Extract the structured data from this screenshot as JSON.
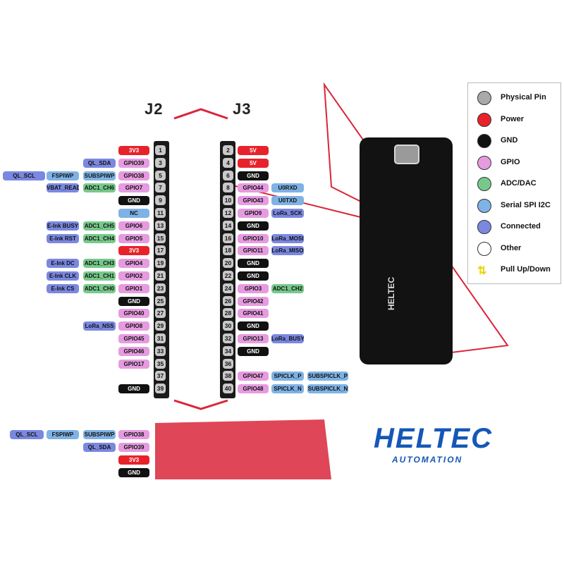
{
  "headers": {
    "j2": "J2",
    "j3": "J3"
  },
  "colors": {
    "physical": "#c9c9c9",
    "power": "#e8222b",
    "gnd": "#111111",
    "gpio": "#e69be0",
    "adc": "#77c98b",
    "serial": "#7fb2e5",
    "connected": "#7b88e0",
    "other": "#ffffff",
    "pull": "#e8d400",
    "accent": "#d9263a"
  },
  "legend": [
    {
      "label": "Physical Pin",
      "color": "#a9a9a9"
    },
    {
      "label": "Power",
      "color": "#e8222b"
    },
    {
      "label": "GND",
      "color": "#111111"
    },
    {
      "label": "GPIO",
      "color": "#e69be0"
    },
    {
      "label": "ADC/DAC",
      "color": "#77c98b"
    },
    {
      "label": "Serial SPI I2C",
      "color": "#7fb2e5"
    },
    {
      "label": "Connected",
      "color": "#7b88e0"
    },
    {
      "label": "Other",
      "color": "#ffffff"
    },
    {
      "label": "Pull Up/Down",
      "color": "#e8d400",
      "icon": "pull-arrows-icon"
    }
  ],
  "j2_pins": [
    {
      "num": "1",
      "func": "3V3",
      "kind": "power",
      "extra": []
    },
    {
      "num": "3",
      "func": "GPIO39",
      "kind": "gpio",
      "extra": [
        {
          "t": "QL_SDA",
          "k": "connected"
        }
      ]
    },
    {
      "num": "5",
      "func": "GPIO38",
      "kind": "gpio",
      "extra": [
        {
          "t": "SUBSPIWP",
          "k": "serial"
        },
        {
          "t": "FSPIWP",
          "k": "serial"
        },
        {
          "t": "QL_SCL",
          "k": "connected"
        }
      ]
    },
    {
      "num": "7",
      "func": "GPIO7",
      "kind": "gpio",
      "extra": [
        {
          "t": "ADC1_CH6",
          "k": "adc"
        },
        {
          "t": "VBAT_READ",
          "k": "connected"
        }
      ]
    },
    {
      "num": "9",
      "func": "GND",
      "kind": "gnd",
      "extra": []
    },
    {
      "num": "11",
      "func": "NC",
      "kind": "serial",
      "extra": []
    },
    {
      "num": "13",
      "func": "GPIO6",
      "kind": "gpio",
      "extra": [
        {
          "t": "ADC1_CH5",
          "k": "adc"
        },
        {
          "t": "E-Ink BUSY",
          "k": "connected"
        }
      ]
    },
    {
      "num": "15",
      "func": "GPIO5",
      "kind": "gpio",
      "extra": [
        {
          "t": "ADC1_CH4",
          "k": "adc"
        },
        {
          "t": "E-Ink RST",
          "k": "connected"
        }
      ]
    },
    {
      "num": "17",
      "func": "3V3",
      "kind": "power",
      "extra": []
    },
    {
      "num": "19",
      "func": "GPIO4",
      "kind": "gpio",
      "extra": [
        {
          "t": "ADC1_CH3",
          "k": "adc"
        },
        {
          "t": "E-Ink DC",
          "k": "connected"
        }
      ]
    },
    {
      "num": "21",
      "func": "GPIO2",
      "kind": "gpio",
      "extra": [
        {
          "t": "ADC1_CH1",
          "k": "adc"
        },
        {
          "t": "E-Ink CLK",
          "k": "connected"
        }
      ]
    },
    {
      "num": "23",
      "func": "GPIO1",
      "kind": "gpio",
      "extra": [
        {
          "t": "ADC1_CH0",
          "k": "adc"
        },
        {
          "t": "E-Ink CS",
          "k": "connected"
        }
      ]
    },
    {
      "num": "25",
      "func": "GND",
      "kind": "gnd",
      "extra": []
    },
    {
      "num": "27",
      "func": "GPIO40",
      "kind": "gpio",
      "extra": []
    },
    {
      "num": "29",
      "func": "GPIO8",
      "kind": "gpio",
      "extra": [
        {
          "t": "LoRa_NSS",
          "k": "connected"
        }
      ]
    },
    {
      "num": "31",
      "func": "GPIO45",
      "kind": "gpio",
      "extra": []
    },
    {
      "num": "33",
      "func": "GPIO46",
      "kind": "gpio",
      "extra": []
    },
    {
      "num": "35",
      "func": "GPIO17",
      "kind": "gpio",
      "extra": []
    },
    {
      "num": "37",
      "func": "",
      "kind": "none",
      "extra": []
    },
    {
      "num": "39",
      "func": "GND",
      "kind": "gnd",
      "extra": []
    }
  ],
  "j3_pins": [
    {
      "num": "2",
      "func": "5V",
      "kind": "power",
      "extra": []
    },
    {
      "num": "4",
      "func": "5V",
      "kind": "power",
      "extra": []
    },
    {
      "num": "6",
      "func": "GND",
      "kind": "gnd",
      "extra": []
    },
    {
      "num": "8",
      "func": "GPIO44",
      "kind": "gpio",
      "extra": [
        {
          "t": "U0RXD",
          "k": "serial"
        }
      ]
    },
    {
      "num": "10",
      "func": "GPIO43",
      "kind": "gpio",
      "extra": [
        {
          "t": "U0TXD",
          "k": "serial"
        }
      ]
    },
    {
      "num": "12",
      "func": "GPIO9",
      "kind": "gpio",
      "extra": [
        {
          "t": "LoRa_SCK",
          "k": "connected"
        }
      ]
    },
    {
      "num": "14",
      "func": "GND",
      "kind": "gnd",
      "extra": []
    },
    {
      "num": "16",
      "func": "GPIO10",
      "kind": "gpio",
      "extra": [
        {
          "t": "LoRa_MOSI",
          "k": "connected"
        }
      ]
    },
    {
      "num": "18",
      "func": "GPIO11",
      "kind": "gpio",
      "extra": [
        {
          "t": "LoRa_MISO",
          "k": "connected"
        }
      ]
    },
    {
      "num": "20",
      "func": "GND",
      "kind": "gnd",
      "extra": []
    },
    {
      "num": "22",
      "func": "GND",
      "kind": "gnd",
      "extra": []
    },
    {
      "num": "24",
      "func": "GPIO3",
      "kind": "gpio",
      "extra": [
        {
          "t": "ADC1_CH2",
          "k": "adc"
        }
      ]
    },
    {
      "num": "26",
      "func": "GPIO42",
      "kind": "gpio",
      "extra": []
    },
    {
      "num": "28",
      "func": "GPIO41",
      "kind": "gpio",
      "extra": []
    },
    {
      "num": "30",
      "func": "GND",
      "kind": "gnd",
      "extra": []
    },
    {
      "num": "32",
      "func": "GPIO13",
      "kind": "gpio",
      "extra": [
        {
          "t": "LoRa_BUSY",
          "k": "connected"
        }
      ]
    },
    {
      "num": "34",
      "func": "GND",
      "kind": "gnd",
      "extra": []
    },
    {
      "num": "36",
      "func": "",
      "kind": "none",
      "extra": []
    },
    {
      "num": "38",
      "func": "GPIO47",
      "kind": "gpio",
      "extra": [
        {
          "t": "SPICLK_P",
          "k": "serial"
        },
        {
          "t": "SUBSPICLK_P",
          "k": "serial"
        }
      ]
    },
    {
      "num": "40",
      "func": "GPIO48",
      "kind": "gpio",
      "extra": [
        {
          "t": "SPICLK_N",
          "k": "serial"
        },
        {
          "t": "SUBSPICLK_N",
          "k": "serial"
        }
      ]
    }
  ],
  "expansion_rows": [
    {
      "func": "GPIO38",
      "kind": "gpio",
      "extra": [
        {
          "t": "SUBSPIWP",
          "k": "serial"
        },
        {
          "t": "FSPIWP",
          "k": "serial"
        },
        {
          "t": "QL_SCL",
          "k": "connected"
        }
      ]
    },
    {
      "func": "GPIO39",
      "kind": "gpio",
      "extra": [
        {
          "t": "QL_SDA",
          "k": "connected"
        }
      ]
    },
    {
      "func": "3V3",
      "kind": "power",
      "extra": []
    },
    {
      "func": "GND",
      "kind": "gnd",
      "extra": []
    }
  ],
  "brand": {
    "logo": "HELTEC",
    "sub": "AUTOMATION",
    "board_text": "HELTEC"
  }
}
